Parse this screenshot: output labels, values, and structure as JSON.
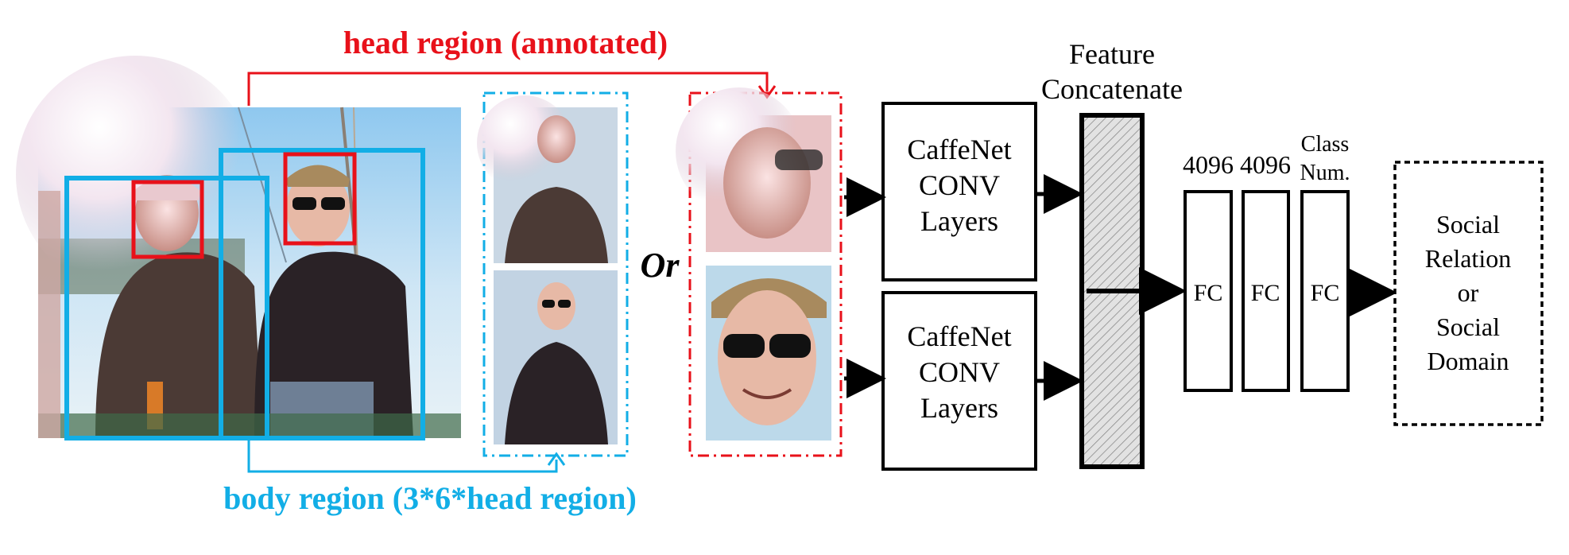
{
  "labels": {
    "head_region": "head region (annotated)",
    "body_region": "body region (3*6*head region)",
    "or": "Or",
    "feature_concatenate_line1": "Feature",
    "feature_concatenate_line2": "Concatenate",
    "caffenet_top": [
      "CaffeNet",
      "CONV",
      "Layers"
    ],
    "caffenet_bottom": [
      "CaffeNet",
      "CONV",
      "Layers"
    ],
    "fc_dims": [
      "4096",
      "4096"
    ],
    "class_num_line1": "Class",
    "class_num_line2": "Num.",
    "fc_label": "FC",
    "output": [
      "Social",
      "Relation",
      "or",
      "Social",
      "Domain"
    ]
  },
  "colors": {
    "head_red": "#e8111a",
    "body_blue": "#12aee6",
    "black": "#000000",
    "hatch_fill": "#d8d8d8"
  },
  "icons": {
    "photo": "photo-scene",
    "crop": "person-crop"
  }
}
